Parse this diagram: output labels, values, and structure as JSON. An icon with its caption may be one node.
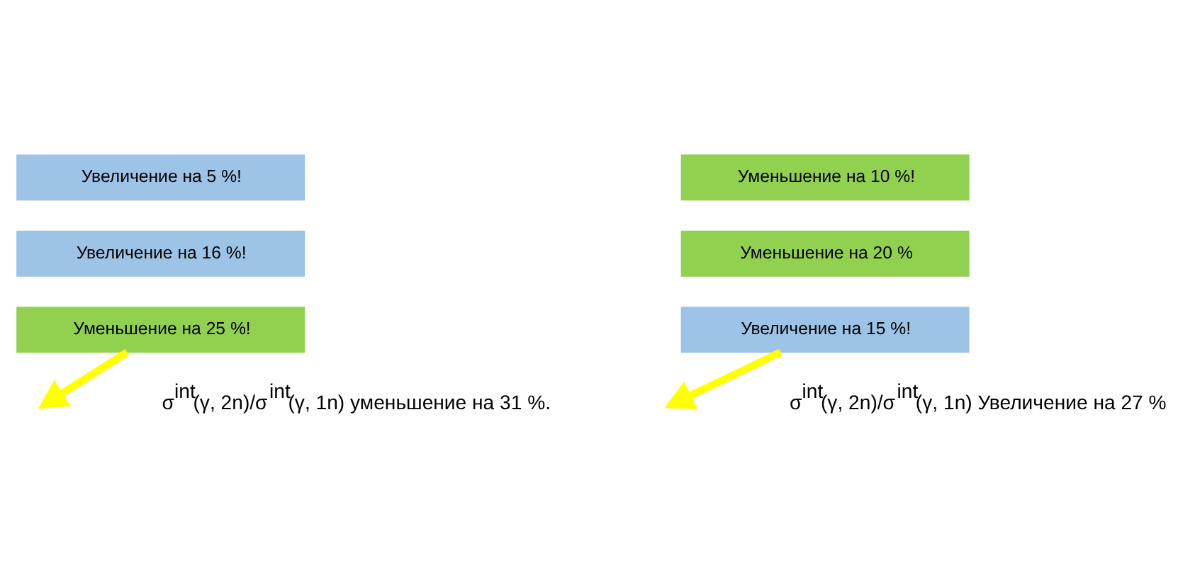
{
  "diagram": {
    "nodes": [
      {
        "text": [
          "Увеличение на 5 %!"
        ]
      },
      {
        "text": [
          "Увеличение на 16 %!"
        ]
      },
      {
        "text": [
          "Уменьшение на 25 %!"
        ]
      },
      {
        "text": [
          "Уменьшение на 10 %!"
        ]
      },
      {
        "text": [
          "Уменьшение на 20 %"
        ]
      },
      {
        "text": [
          "Увеличение на 15 %!"
        ]
      }
    ],
    "edges": [
      {
        "from": 2,
        "to": null,
        "arrow": "to",
        "color": "#ffff00"
      },
      {
        "from": 5,
        "to": null,
        "arrow": "to",
        "color": "#ffff00"
      }
    ],
    "labels": [
      "σ$^{int}$(γ, 2n)/σ$^{int}$(γ, 1n) уменьшение на 31 %.",
      "σ$^{int}$(γ, 2n)/σ$^{int}$(γ, 1n) Увеличение на 27 %"
    ]
  }
}
